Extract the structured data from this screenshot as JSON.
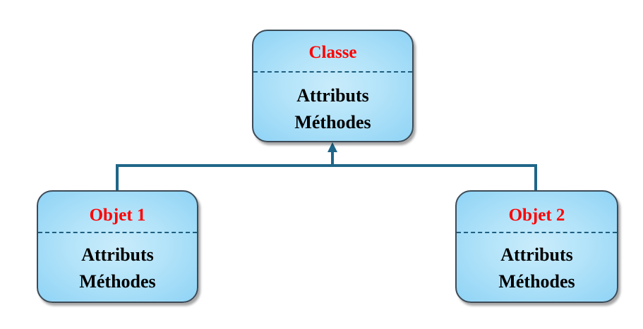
{
  "diagram": {
    "class_box": {
      "title": "Classe",
      "line1": "Attributs",
      "line2": "Méthodes"
    },
    "object_1": {
      "title": "Objet 1",
      "line1": "Attributs",
      "line2": "Méthodes"
    },
    "object_2": {
      "title": "Objet 2",
      "line1": "Attributs",
      "line2": "Méthodes"
    },
    "colors": {
      "title_text": "#ff0000",
      "body_text": "#000000",
      "box_fill": "#b2e3f9",
      "box_border": "#3c4a56",
      "connector": "#1f6688",
      "separator": "#1f5f80"
    }
  }
}
